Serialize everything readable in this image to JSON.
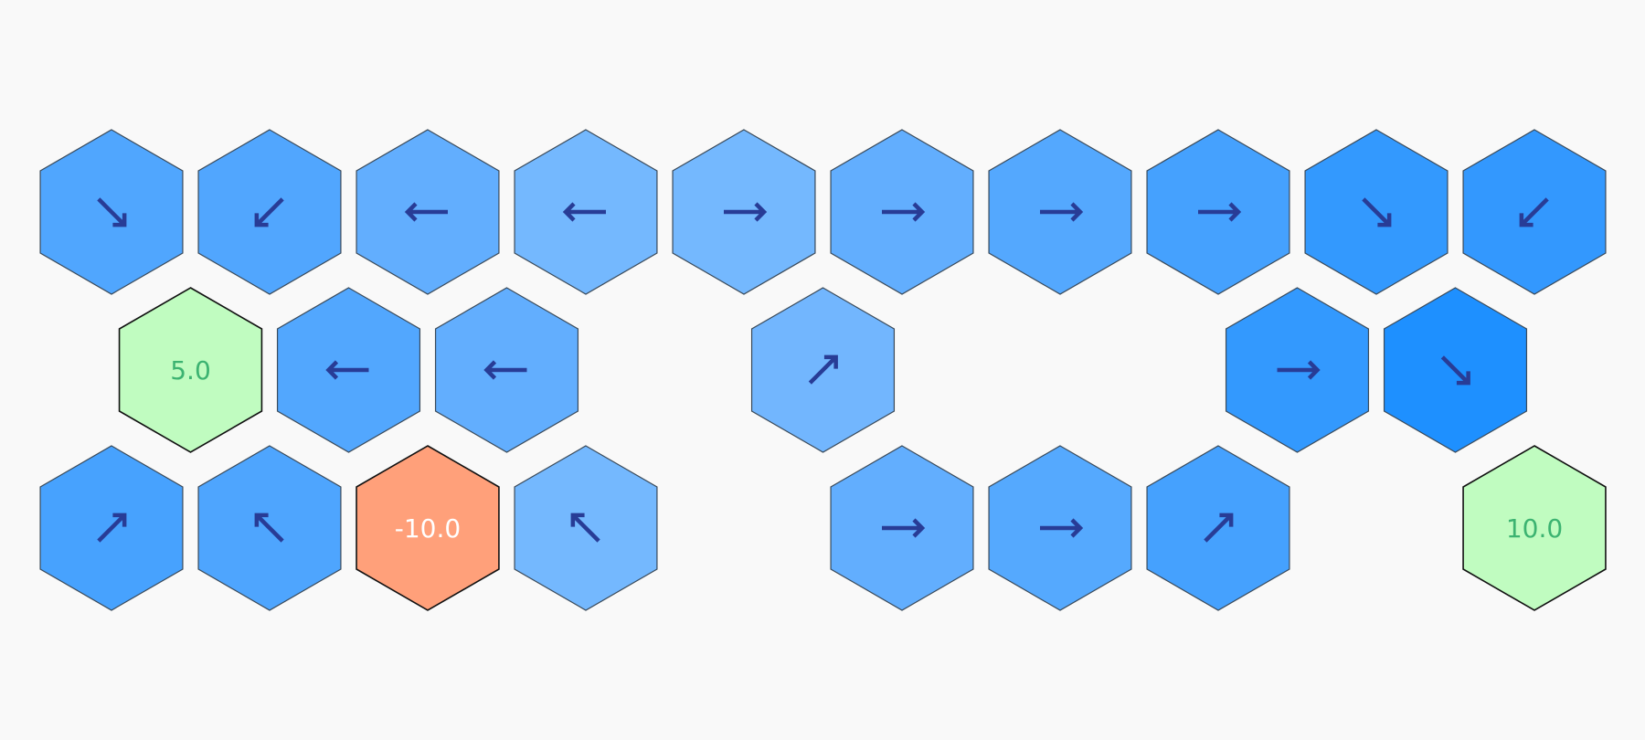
{
  "grid": {
    "arrow_color": "#283c96",
    "colors": {
      "terminal_positive": "#c0fcc0",
      "terminal_positive_text": "#3cb371",
      "terminal_negative": "#ffa07a",
      "terminal_negative_text": "#ffffff"
    },
    "cells": [
      {
        "row": 0,
        "col": 0,
        "kind": "state",
        "arrow": "↘",
        "fill": "#50a6fe",
        "value": 0.55
      },
      {
        "row": 0,
        "col": 1,
        "kind": "state",
        "arrow": "↙",
        "fill": "#51a6fe",
        "value": 0.55
      },
      {
        "row": 0,
        "col": 2,
        "kind": "state",
        "arrow": "←",
        "fill": "#62aefe",
        "value": 0.45
      },
      {
        "row": 0,
        "col": 3,
        "kind": "state",
        "arrow": "←",
        "fill": "#74b8fe",
        "value": 0.35
      },
      {
        "row": 0,
        "col": 4,
        "kind": "state",
        "arrow": "→",
        "fill": "#74b8fe",
        "value": 0.35
      },
      {
        "row": 0,
        "col": 5,
        "kind": "state",
        "arrow": "→",
        "fill": "#62aefe",
        "value": 0.45
      },
      {
        "row": 0,
        "col": 6,
        "kind": "state",
        "arrow": "→",
        "fill": "#54a8fe",
        "value": 0.55
      },
      {
        "row": 0,
        "col": 7,
        "kind": "state",
        "arrow": "→",
        "fill": "#45a1fe",
        "value": 0.65
      },
      {
        "row": 0,
        "col": 8,
        "kind": "state",
        "arrow": "↘",
        "fill": "#3399fe",
        "value": 0.75
      },
      {
        "row": 0,
        "col": 9,
        "kind": "state",
        "arrow": "↙",
        "fill": "#3398fe",
        "value": 0.75
      },
      {
        "row": 1,
        "col": 0,
        "kind": "terminal",
        "label": "5.0",
        "value": 5.0
      },
      {
        "row": 1,
        "col": 1,
        "kind": "state",
        "arrow": "←",
        "fill": "#52a7fe",
        "value": 0.55
      },
      {
        "row": 1,
        "col": 2,
        "kind": "state",
        "arrow": "←",
        "fill": "#62aefe",
        "value": 0.45
      },
      {
        "row": 1,
        "col": 4,
        "kind": "state",
        "arrow": "↗",
        "fill": "#72b6fe",
        "value": 0.35
      },
      {
        "row": 1,
        "col": 7,
        "kind": "state",
        "arrow": "→",
        "fill": "#3399fe",
        "value": 0.75
      },
      {
        "row": 1,
        "col": 8,
        "kind": "state",
        "arrow": "↘",
        "fill": "#1e90ff",
        "value": 0.9
      },
      {
        "row": 2,
        "col": 0,
        "kind": "state",
        "arrow": "↗",
        "fill": "#47a2fe",
        "value": 0.6
      },
      {
        "row": 2,
        "col": 1,
        "kind": "state",
        "arrow": "↖",
        "fill": "#4ea5fe",
        "value": 0.55
      },
      {
        "row": 2,
        "col": 2,
        "kind": "terminal_negative",
        "label": "-10.0",
        "value": -10.0
      },
      {
        "row": 2,
        "col": 3,
        "kind": "state",
        "arrow": "↖",
        "fill": "#74b8fe",
        "value": 0.35
      },
      {
        "row": 2,
        "col": 5,
        "kind": "state",
        "arrow": "→",
        "fill": "#62aefe",
        "value": 0.45
      },
      {
        "row": 2,
        "col": 6,
        "kind": "state",
        "arrow": "→",
        "fill": "#55a9fe",
        "value": 0.55
      },
      {
        "row": 2,
        "col": 7,
        "kind": "state",
        "arrow": "↗",
        "fill": "#45a1fe",
        "value": 0.65
      },
      {
        "row": 2,
        "col": 9,
        "kind": "terminal",
        "label": "10.0",
        "value": 10.0
      }
    ]
  }
}
